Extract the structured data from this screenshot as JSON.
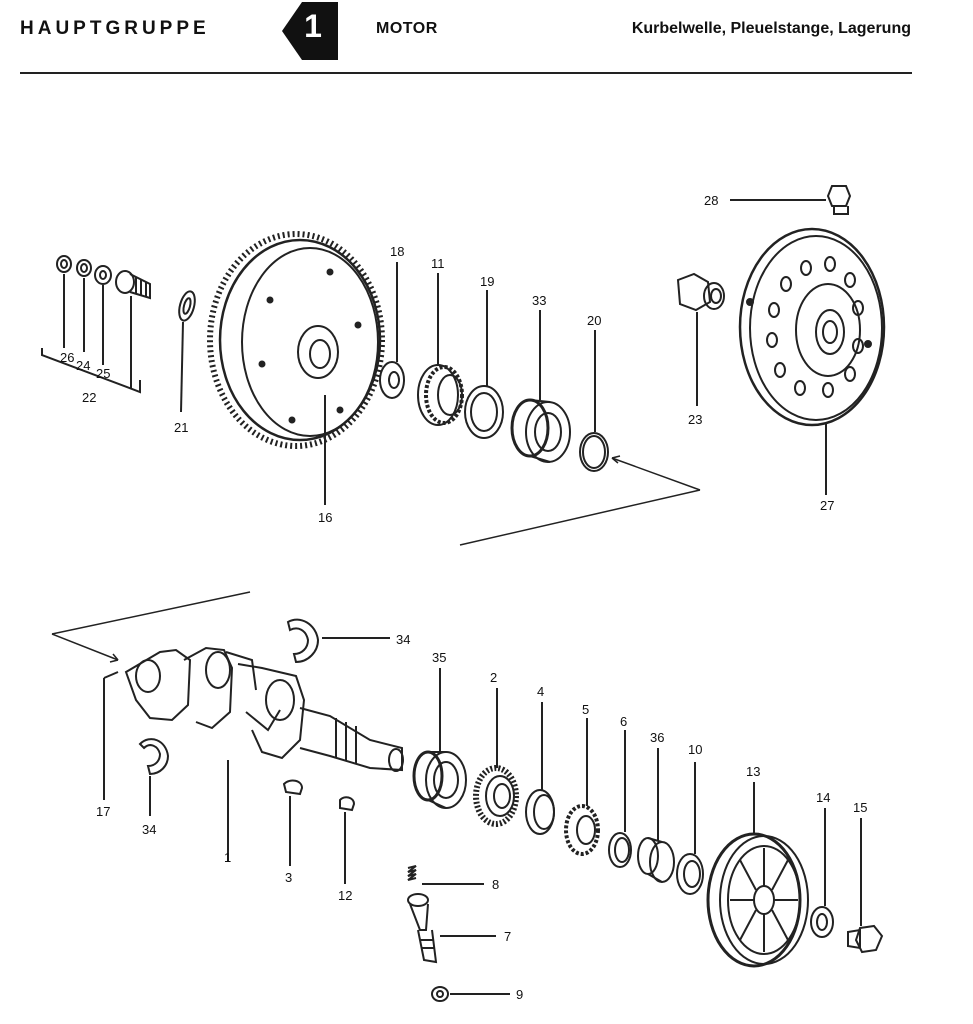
{
  "header": {
    "group_label": "HAUPTGRUPPE",
    "group_number": "1",
    "group_name": "MOTOR",
    "subtitle": "Kurbelwelle, Pleuelstange, Lagerung"
  },
  "callouts": {
    "c1": "1",
    "c2": "2",
    "c3": "3",
    "c4": "4",
    "c5": "5",
    "c6": "6",
    "c7": "7",
    "c8": "8",
    "c9": "9",
    "c10": "10",
    "c11": "11",
    "c12": "12",
    "c13": "13",
    "c14": "14",
    "c15": "15",
    "c16": "16",
    "c17": "17",
    "c18": "18",
    "c19": "19",
    "c20": "20",
    "c21": "21",
    "c22": "22",
    "c23": "23",
    "c24": "24",
    "c25": "25",
    "c26": "26",
    "c27": "27",
    "c28": "28",
    "c33": "33",
    "c34a": "34",
    "c34b": "34",
    "c35": "35",
    "c36": "36"
  }
}
